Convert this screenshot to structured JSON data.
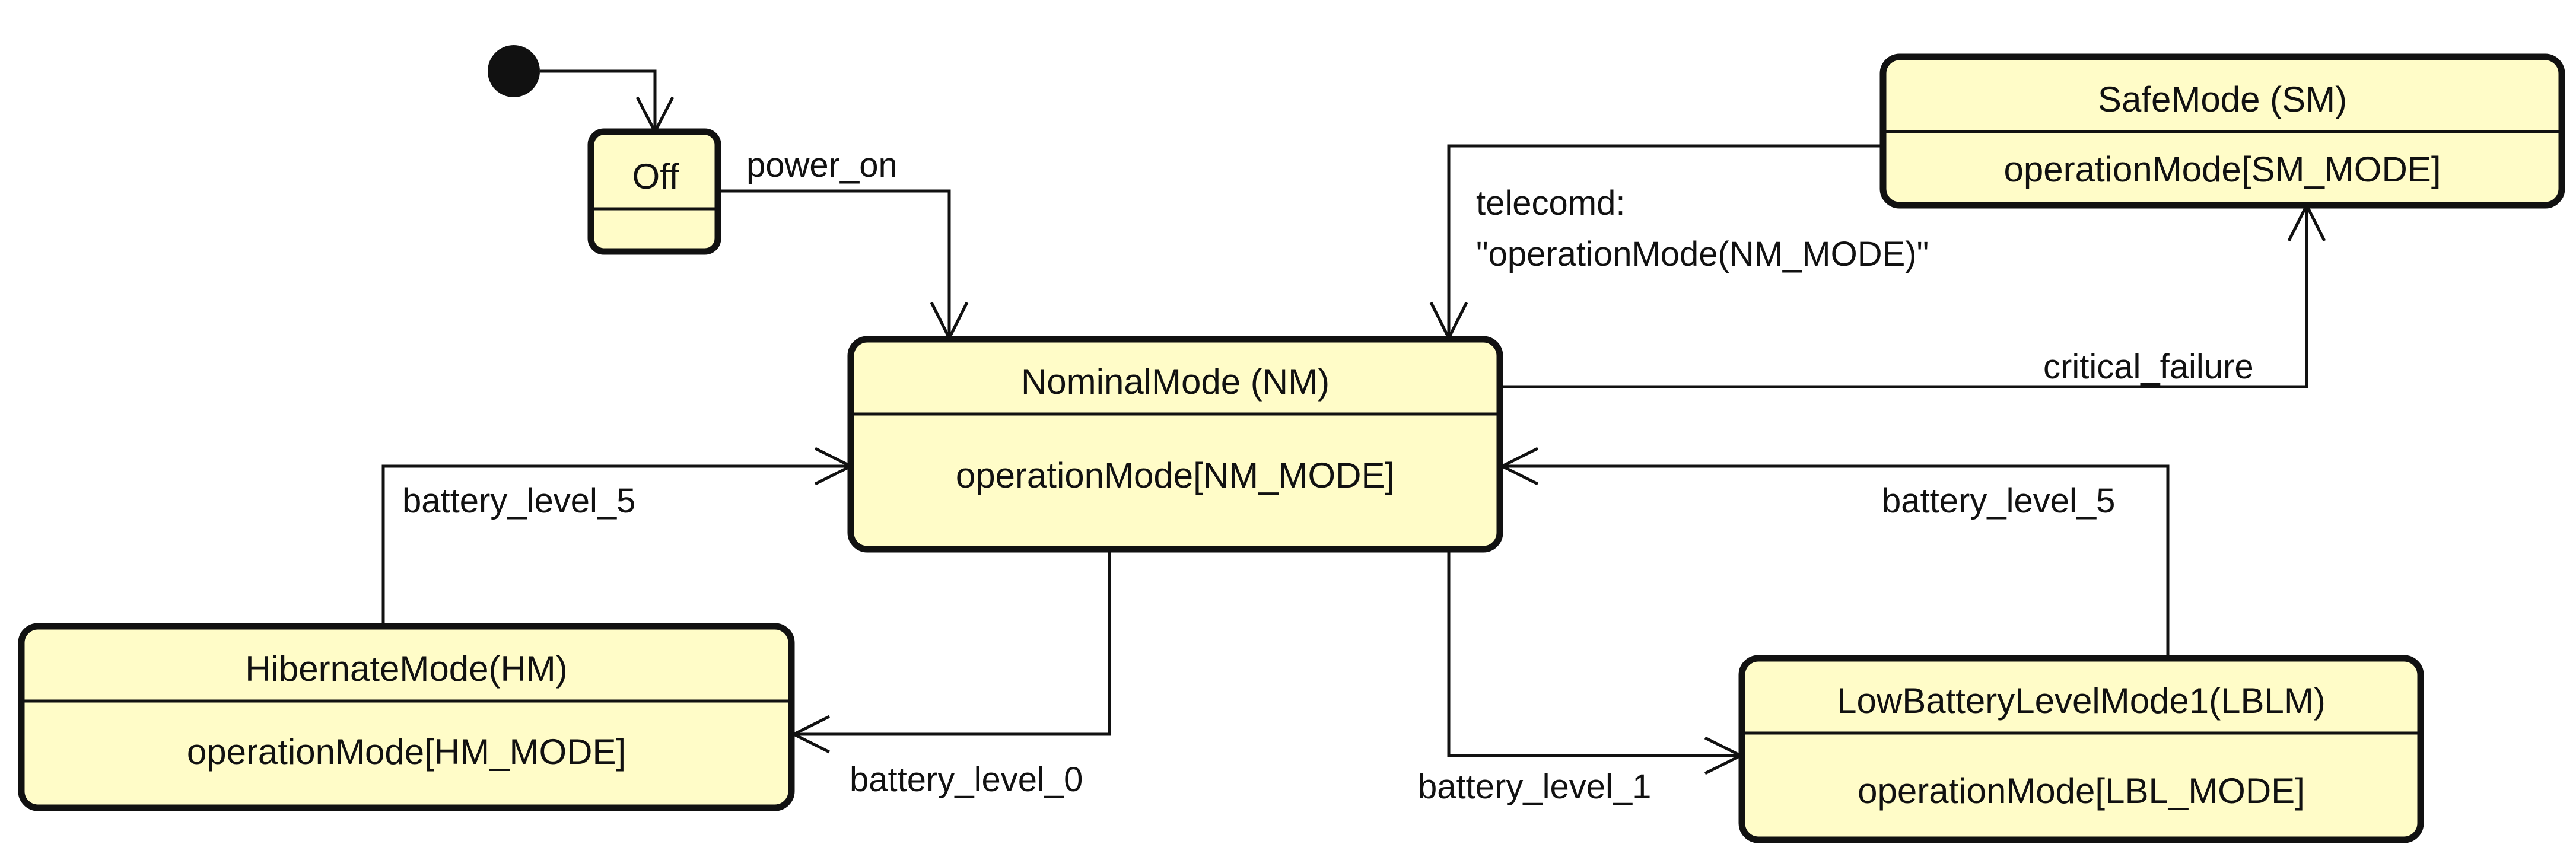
{
  "colors": {
    "state_fill": "#fffcc8",
    "stroke": "#111111"
  },
  "states": {
    "off": {
      "name": "Off",
      "body": ""
    },
    "nominal": {
      "name": "NominalMode (NM)",
      "body": "operationMode[NM_MODE]"
    },
    "safe": {
      "name": "SafeMode (SM)",
      "body": "operationMode[SM_MODE]"
    },
    "hibernate": {
      "name": "HibernateMode(HM)",
      "body": "operationMode[HM_MODE]"
    },
    "low_battery": {
      "name": "LowBatteryLevelMode1(LBLM)",
      "body": "operationMode[LBL_MODE]"
    }
  },
  "transitions": {
    "power_on": "power_on",
    "telecommand_line1": "telecomd:",
    "telecommand_line2": "\"operationMode(NM_MODE)\"",
    "critical_failure": "critical_failure",
    "hm_to_nm": "battery_level_5",
    "nm_to_hm": "battery_level_0",
    "nm_to_lblm": "battery_level_1",
    "lblm_to_nm": "battery_level_5"
  }
}
